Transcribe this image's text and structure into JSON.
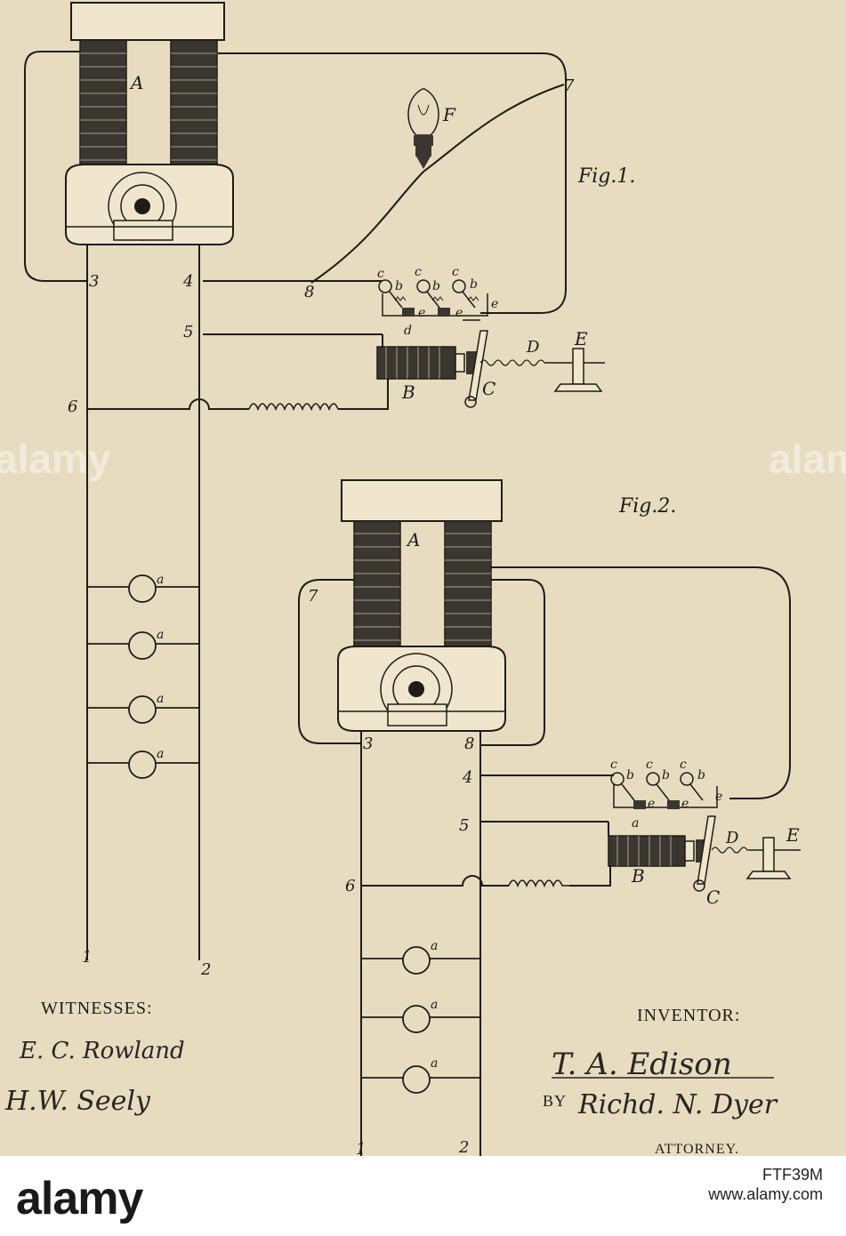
{
  "figures": {
    "fig1": {
      "caption": "Fig.1."
    },
    "fig2": {
      "caption": "Fig.2."
    }
  },
  "labels": {
    "A": "A",
    "B": "B",
    "C": "C",
    "D": "D",
    "E": "E",
    "F": "F",
    "a": "a",
    "b": "b",
    "c": "c",
    "d": "d",
    "e": "e",
    "n1": "1",
    "n2": "2",
    "n3": "3",
    "n4": "4",
    "n5": "5",
    "n6": "6",
    "n7": "7",
    "n8": "8"
  },
  "witnesses": {
    "heading": "WITNESSES:",
    "sig1": "E. C. Rowland",
    "sig2": "H.W. Seely"
  },
  "inventor": {
    "heading": "INVENTOR:",
    "signature": "T. A. Edison",
    "by": "BY",
    "attorney_signature": "Richd. N. Dyer",
    "attorney_label": "ATTORNEY."
  },
  "watermark": {
    "text": "alamy"
  },
  "footer": {
    "logo": "alamy",
    "image_id": "FTF39M",
    "url": "www.alamy.com"
  }
}
